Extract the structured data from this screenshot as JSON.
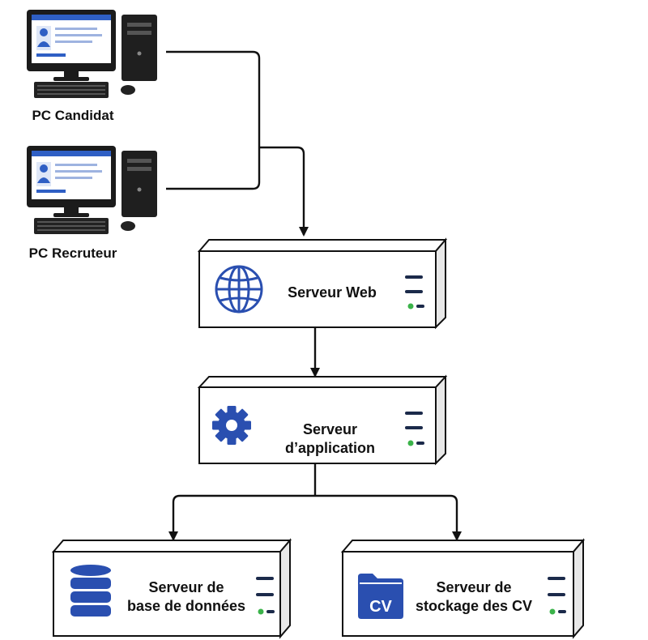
{
  "clients": [
    {
      "label": "PC Candidat"
    },
    {
      "label": "PC Recruteur"
    }
  ],
  "servers": {
    "web": {
      "label": "Serveur Web",
      "icon": "globe-icon"
    },
    "app": {
      "label": "Serveur d’application",
      "icon": "gear-icon"
    },
    "db": {
      "label_lines": [
        "Serveur de",
        "base de données"
      ],
      "icon": "database-icon"
    },
    "cv": {
      "label_lines": [
        "Serveur de",
        "stockage des CV"
      ],
      "icon": "folder-icon",
      "icon_text": "CV"
    }
  },
  "colors": {
    "accent": "#2a4fb0",
    "led": "#3bb34a",
    "line": "#111111",
    "screen_bar": "#2f5fc4"
  }
}
